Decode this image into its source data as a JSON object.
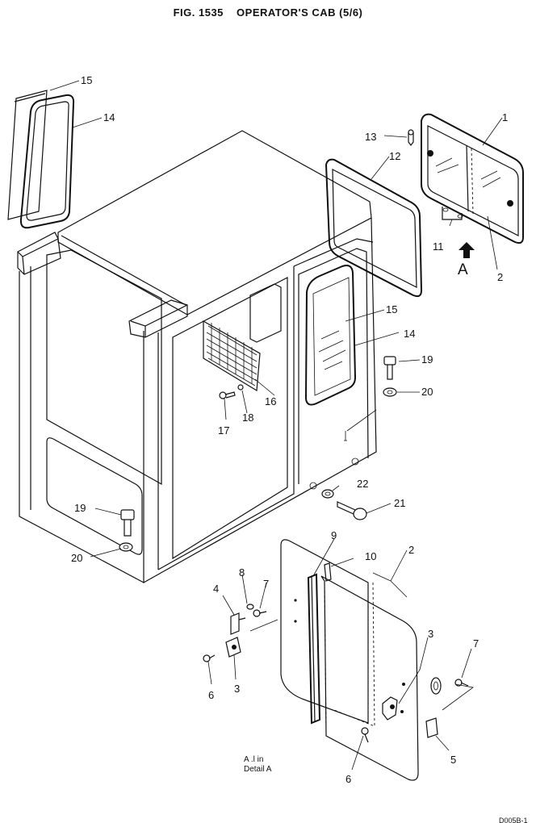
{
  "figure": {
    "number": "FIG. 1535",
    "title": "OPERATOR'S CAB (5/6)"
  },
  "callouts": {
    "c1": "1",
    "c2a": "2",
    "c2b": "2",
    "c3a": "3",
    "c3b": "3",
    "c4": "4",
    "c5": "5",
    "c6a": "6",
    "c6b": "6",
    "c7a": "7",
    "c7b": "7",
    "c8": "8",
    "c9": "9",
    "c10": "10",
    "c11": "11",
    "c12": "12",
    "c13": "13",
    "c14a": "14",
    "c14b": "14",
    "c15a": "15",
    "c15b": "15",
    "c16": "16",
    "c17": "17",
    "c18": "18",
    "c19a": "19",
    "c19b": "19",
    "c20a": "20",
    "c20b": "20",
    "c21": "21",
    "c22": "22",
    "view_a": "A"
  },
  "detail_label": {
    "line1": "A  .l  in",
    "line2": "Detail  A"
  },
  "corner_code": "D005B-1"
}
